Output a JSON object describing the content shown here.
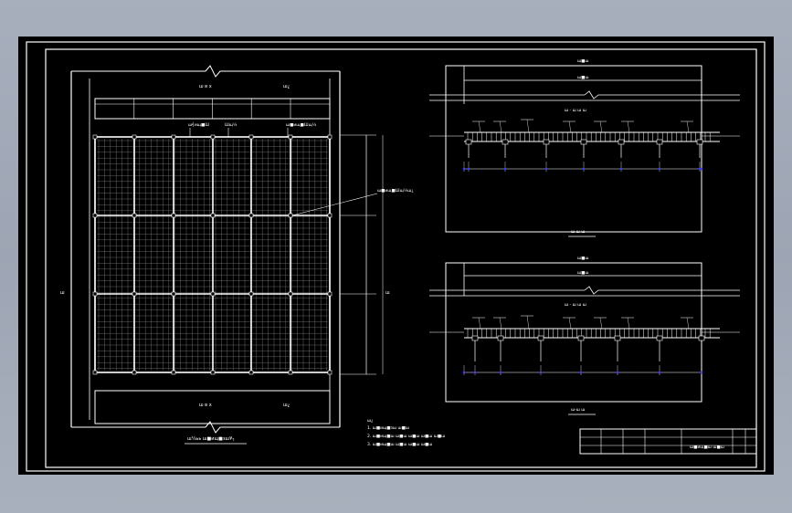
{
  "plan": {
    "title": "ш¼ьь  ш■ищ■зш¥┐",
    "top_label": "ш в х",
    "top_label_right": "ш¿",
    "bottom_label": "ш в х",
    "bottom_label_right": "ш¿",
    "callout_1": "ш╡ищ■Ш",
    "callout_2": "Шщ¼",
    "callout_3": "ш■ищ■Шщ¼",
    "callout_4": "ш■ищ■Шщ¼ш¿",
    "left_dim": "ш",
    "right_dim": "ш"
  },
  "section_top": {
    "top_label": "ш■ш",
    "mid_label": "ш■ш",
    "title": "ш-ш ш",
    "note": "ш - ш ш ш"
  },
  "section_bottom": {
    "top_label": "ш■ш",
    "mid_label": "ш■ш",
    "title": "ш-ш ш",
    "note": "ш - ш ш ш"
  },
  "notes": {
    "heading": "ш¿",
    "line1": "1. ш■ищ■зш ш■ш",
    "line2": "2. ш■ищ■ш ш■ш ш■ш ш■ш ш■ш",
    "line3": "3. ш■ищ■ш ш■ш ш■ш ш■ш"
  },
  "title_block": {
    "drawing_name": "ш■ищ■ш ш■ш"
  },
  "colors": {
    "frame_background": "#000000",
    "linework": "#ffffff",
    "marker": "#3b3bff",
    "desktop": "#a3aab8"
  }
}
